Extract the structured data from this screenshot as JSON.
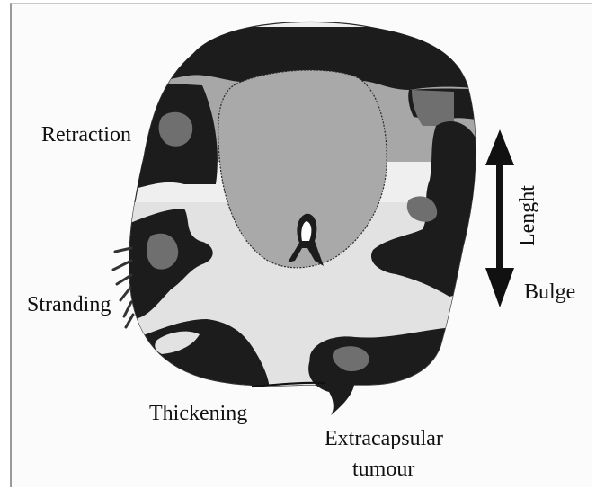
{
  "labels": {
    "retraction": "Retraction",
    "stranding": "Stranding",
    "thickening": "Thickening",
    "extracapsular_line1": "Extracapsular",
    "extracapsular_line2": "tumour",
    "lenght": "Lenght",
    "bulge": "Bulge"
  },
  "colors": {
    "dark": "#1c1c1c",
    "mid_gray": "#6f6f6f",
    "light_gray": "#a9a9a9",
    "pale_gray": "#d9d9d9",
    "background": "#fbfbfb"
  }
}
